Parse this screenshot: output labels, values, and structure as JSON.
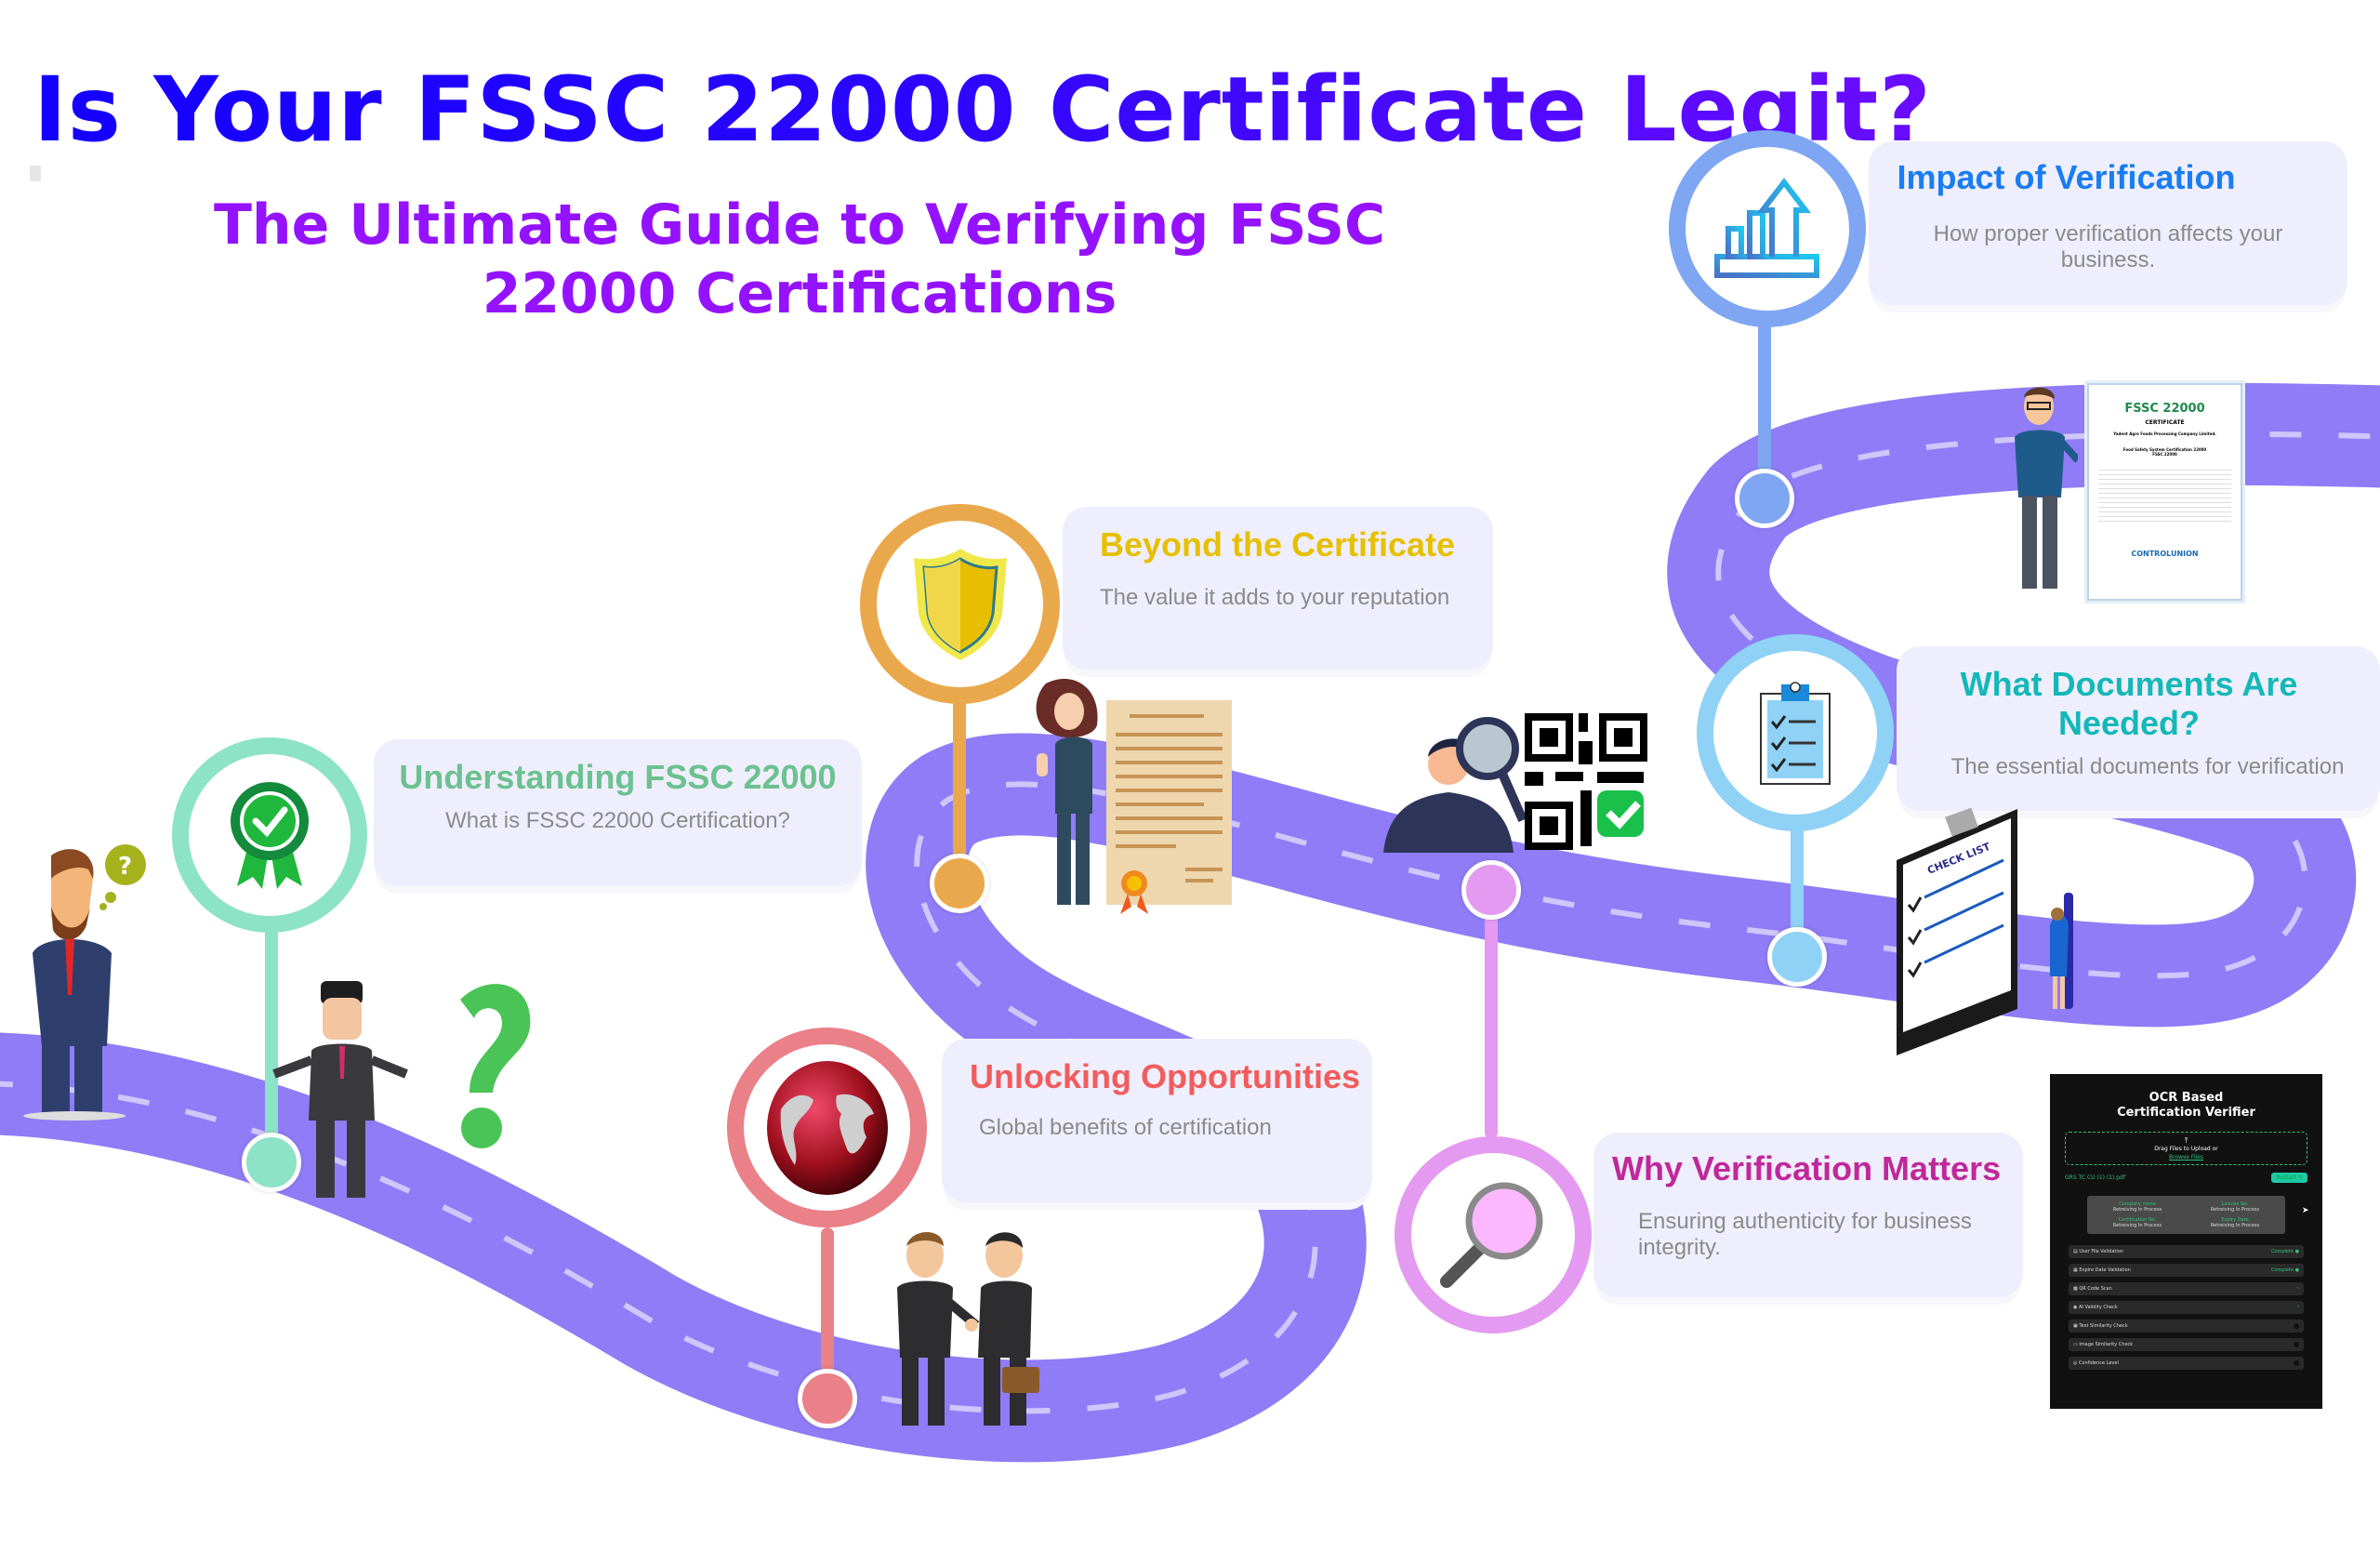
{
  "header": {
    "title": "Is Your FSSC 22000 Certificate Legit?",
    "subtitle": "The Ultimate Guide to Verifying FSSC 22000 Certifications"
  },
  "colors": {
    "title_start": "#1400ff",
    "title_end": "#6a0cff",
    "subtitle": "#9512ff",
    "road": "#8f7cf6",
    "road_dash": "#c9c0fb",
    "card_bg": "#efeefc"
  },
  "milestones": [
    {
      "id": "understanding",
      "title": "Understanding FSSC 22000",
      "description": "What is FSSC 22000 Certification?",
      "color": "#6cc190",
      "ring": "#8de3c6",
      "icon": "award-ribbon-icon"
    },
    {
      "id": "beyond",
      "title": "Beyond the Certificate",
      "description": "The value it adds to your reputation",
      "color": "#e6c000",
      "ring": "#eaa84c",
      "icon": "shield-icon"
    },
    {
      "id": "unlocking",
      "title": "Unlocking Opportunities",
      "description": "Global benefits of certification",
      "color": "#f25c5c",
      "ring": "#ea8088",
      "icon": "globe-icon"
    },
    {
      "id": "why",
      "title": "Why Verification Matters",
      "description": "Ensuring authenticity for business integrity.",
      "color": "#c0289a",
      "ring": "#e39af0",
      "icon": "magnifier-icon"
    },
    {
      "id": "documents",
      "title": "What Documents Are Needed?",
      "description": "The essential documents for verification",
      "color": "#14b8b8",
      "ring": "#8fd2f5",
      "icon": "clipboard-checklist-icon"
    },
    {
      "id": "impact",
      "title": "Impact of Verification",
      "description": "How proper verification affects your business.",
      "color": "#1a7df2",
      "ring": "#7ea6f2",
      "icon": "bar-chart-growth-icon"
    }
  ],
  "certificate": {
    "logo": "FSSC 22000",
    "heading": "CERTIFICATE",
    "company": "Yadent Agro Foods Processing Company Limited.",
    "scheme": "Food Safety System Certification 22000",
    "scheme_short": "FSSC 22000",
    "issuer": "CONTROLUNION"
  },
  "checklist_label": "CHECK LIST",
  "ocr_panel": {
    "title_line1": "OCR Based",
    "title_line2": "Certification Verifier",
    "drop_text": "Drag Files to Upload or",
    "browse_label": "Browse Files",
    "file_name": "GRS TC CU (1) (1).pdf",
    "restart_label": "Restart",
    "info": [
      {
        "key": "Company name",
        "value": "Retreiving In Process"
      },
      {
        "key": "License No.",
        "value": "Retreiving In Process"
      },
      {
        "key": "Certification No.",
        "value": "Retreiving In Process"
      },
      {
        "key": "Expiry Date",
        "value": "Retreiving In Process"
      }
    ],
    "steps": [
      {
        "label": "User File Validation",
        "status": "Complete"
      },
      {
        "label": "Expire Date Validation",
        "status": "Complete"
      },
      {
        "label": "QR Code Scan",
        "status": "loading"
      },
      {
        "label": "AI Validity Check",
        "status": "loading"
      },
      {
        "label": "Text Similarity Check",
        "status": "pending"
      },
      {
        "label": "Image Similarity Check",
        "status": "pending"
      },
      {
        "label": "Confidence Level",
        "status": "pending"
      }
    ]
  }
}
